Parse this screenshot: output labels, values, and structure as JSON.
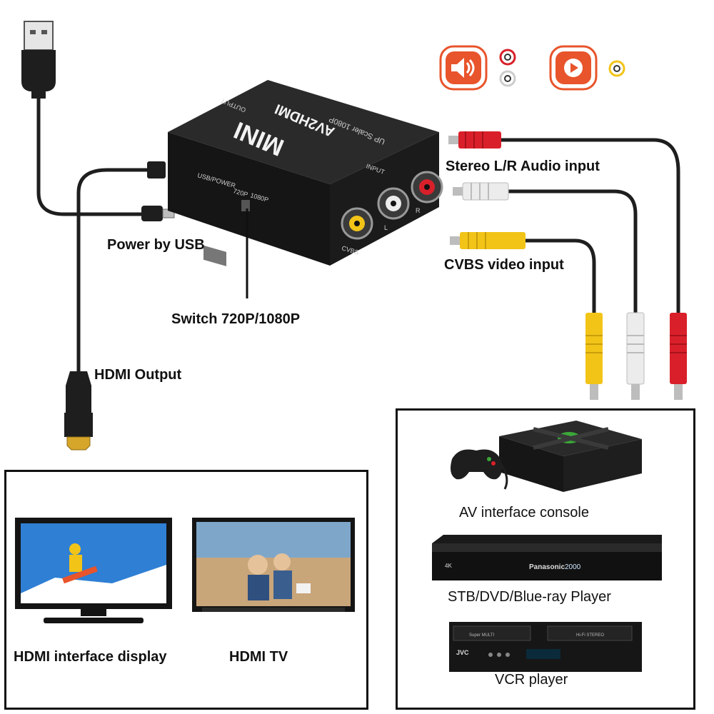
{
  "device": {
    "brand": "MINI",
    "model": "AV2HDMI",
    "subtitle": "UP Scaler 1080P",
    "port_output": "OUTPUT",
    "port_input": "INPUT",
    "port_usb_power": "USB/POWER",
    "switch_720": "720P",
    "switch_1080": "1080P",
    "jack_cvbs": "CVBS",
    "jack_l": "L",
    "jack_r": "R"
  },
  "labels": {
    "audio_input": "Stereo L/R Audio input",
    "video_input": "CVBS video input",
    "power": "Power by USB",
    "switch": "Switch 720P/1080P",
    "hdmi_output": "HDMI Output"
  },
  "outputs_panel": {
    "items": [
      {
        "label": "HDMI interface display"
      },
      {
        "label": "HDMI TV"
      }
    ]
  },
  "inputs_panel": {
    "items": [
      {
        "label": "AV interface console"
      },
      {
        "label": "STB/DVD/Blue-ray Player",
        "brand": "Panasonic",
        "display": "2000",
        "badge": "4K"
      },
      {
        "label": "VCR player",
        "brand": "JVC",
        "tagline": "Super MULTI",
        "hifi": "Hi-Fi STEREO"
      }
    ]
  },
  "colors": {
    "audio_icon": "#e8542b",
    "video_icon": "#e8542b",
    "rca_red": "#d9202a",
    "rca_white": "#ececec",
    "rca_yellow": "#f2c418",
    "device_body": "#1b1b1b",
    "xbox_green": "#3aa839"
  },
  "icons": [
    "speaker-icon",
    "play-icon",
    "usb-a-plug",
    "micro-usb-plug",
    "hdmi-plug"
  ]
}
